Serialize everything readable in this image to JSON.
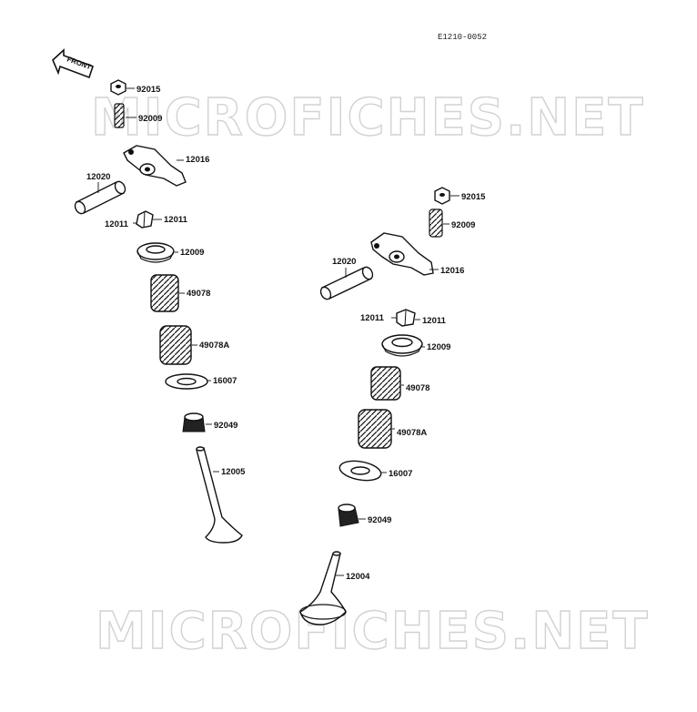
{
  "diagram": {
    "code": "E1210-0052",
    "front_label": "FRONT",
    "watermark": "MICROFICHES.NET",
    "left_assembly": {
      "nut": "92015",
      "screw": "92009",
      "rocker_arm": "12016",
      "shaft": "12020",
      "cotter_a": "12011",
      "cotter_b": "12011",
      "retainer": "12009",
      "inner_spring": "49078",
      "outer_spring": "49078A",
      "seat": "16007",
      "seal": "92049",
      "valve": "12005"
    },
    "right_assembly": {
      "nut": "92015",
      "screw": "92009",
      "rocker_arm": "12016",
      "shaft": "12020",
      "cotter_a": "12011",
      "cotter_b": "12011",
      "retainer": "12009",
      "inner_spring": "49078",
      "outer_spring": "49078A",
      "seat": "16007",
      "seal": "92049",
      "valve": "12004"
    }
  }
}
